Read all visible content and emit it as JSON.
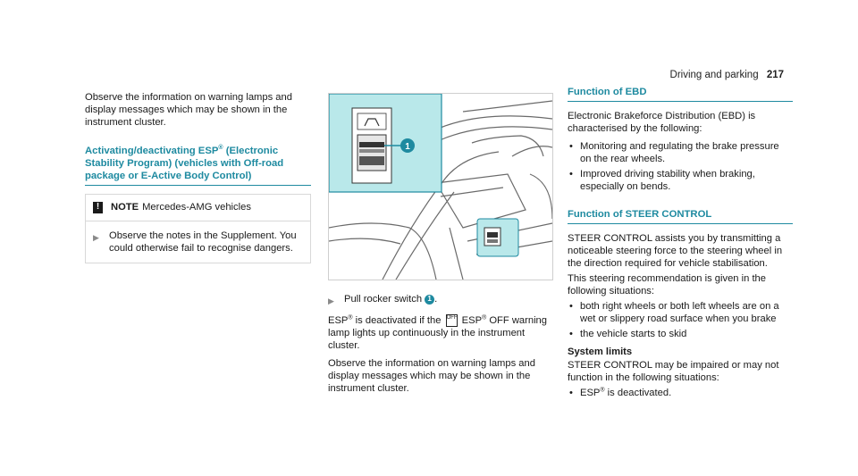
{
  "header": {
    "section": "Driving and parking",
    "page": "217"
  },
  "col1": {
    "intro": "Observe the information on warning lamps and display messages which may be shown in the instrument cluster.",
    "heading_pre": "Activating/deactivating ESP",
    "heading_sup": "®",
    "heading_post": " (Electronic Stability Program) (vehicles with Off-road package or E-Active Body Control)",
    "note_label": "NOTE",
    "note_text": "Mercedes-AMG vehicles",
    "note_step": "Observe the notes in the Supplement. You could otherwise fail to recognise dangers."
  },
  "col2": {
    "callout": "1",
    "step_text": "Pull rocker switch",
    "step_badge": "1",
    "step_end": ".",
    "p1_a": "ESP",
    "p1_sup": "®",
    "p1_b": " is deactivated if the",
    "p1_icon": "OFF",
    "p1_c": "ESP",
    "p1_sup2": "®",
    "p1_d": " OFF warning lamp lights up continuously in the instrument cluster.",
    "p2": "Observe the information on warning lamps and display messages which may be shown in the instrument cluster."
  },
  "col3": {
    "ebd_heading": "Function of EBD",
    "ebd_text": "Electronic Brakeforce Distribution (EBD) is characterised by the following:",
    "ebd_items": [
      "Monitoring and regulating the brake pressure on the rear wheels.",
      "Improved driving stability when braking, especially on bends."
    ],
    "steer_heading": "Function of STEER CONTROL",
    "steer_p1": "STEER CONTROL assists you by transmitting a noticeable steering force to the steering wheel in the direction required for vehicle stabilisation.",
    "steer_p2": "This steering recommendation is given in the following situations:",
    "steer_items": [
      "both right wheels or both left wheels are on a wet or slippery road surface when you brake",
      "the vehicle starts to skid"
    ],
    "limits_heading": "System limits",
    "limits_text": "STEER CONTROL may be impaired or may not function in the following situations:",
    "limits_item_pre": "ESP",
    "limits_item_sup": "®",
    "limits_item_post": " is deactivated."
  },
  "colors": {
    "accent": "#1e8aa0",
    "figure_highlight": "#b9e8ea"
  },
  "icons": {
    "note": "exclamation-icon",
    "step": "triangle-right-icon",
    "bullet": "bullet-icon"
  }
}
